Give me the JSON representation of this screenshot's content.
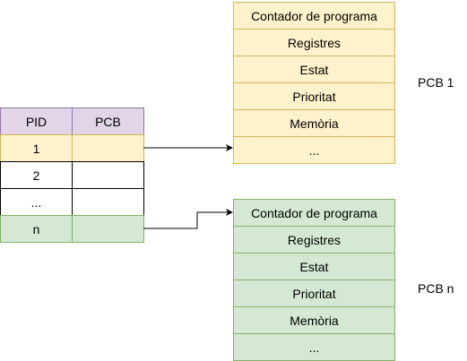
{
  "colors": {
    "header_fill": "#e1d5e7",
    "header_border": "#9673a6",
    "pcb1_fill": "#fff2cc",
    "pcb1_border": "#d6b656",
    "pcbn_fill": "#d5e8d4",
    "pcbn_border": "#82b366",
    "plain_fill": "#ffffff",
    "plain_border": "#000000"
  },
  "table": {
    "headers": [
      "PID",
      "PCB"
    ],
    "rows": [
      {
        "pid": "1",
        "pcb": "",
        "style": "pcb1"
      },
      {
        "pid": "2",
        "pcb": "",
        "style": "plain"
      },
      {
        "pid": "...",
        "pcb": "",
        "style": "plain"
      },
      {
        "pid": "n",
        "pcb": "",
        "style": "pcbn"
      }
    ]
  },
  "pcb_blocks": [
    {
      "title": "PCB 1",
      "style": "pcb1",
      "fields": [
        "Contador de programa",
        "Registres",
        "Estat",
        "Prioritat",
        "Memòria",
        "..."
      ]
    },
    {
      "title": "PCB n",
      "style": "pcbn",
      "fields": [
        "Contador de programa",
        "Registres",
        "Estat",
        "Prioritat",
        "Memòria",
        "..."
      ]
    }
  ],
  "arrows": [
    {
      "from_row": 0,
      "to_block": 0
    },
    {
      "from_row": 3,
      "to_block": 1
    }
  ]
}
